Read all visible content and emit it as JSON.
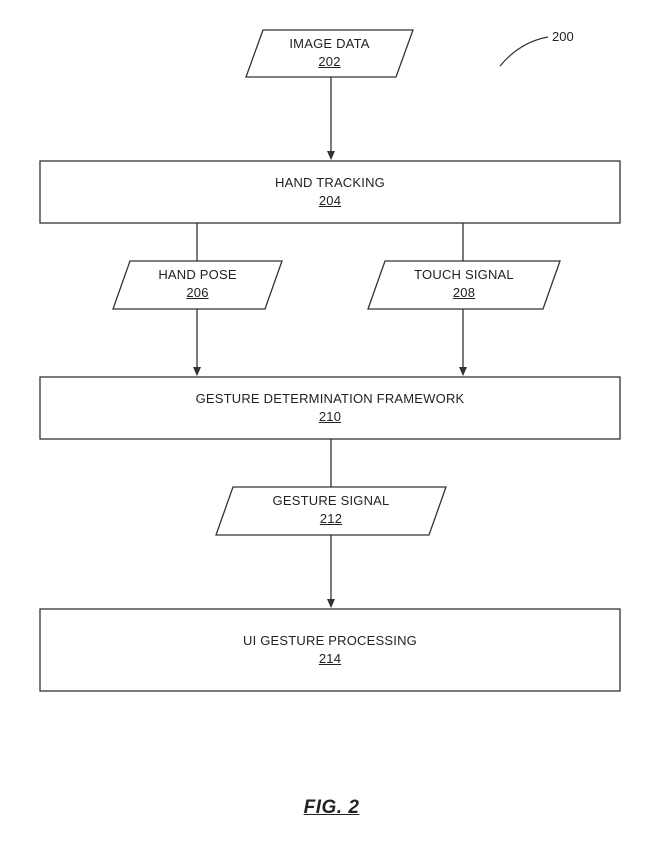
{
  "figure": {
    "reference_number": "200",
    "caption": "FIG. 2"
  },
  "nodes": {
    "image_data": {
      "label": "IMAGE DATA",
      "number": "202",
      "shape": "parallelogram"
    },
    "hand_tracking": {
      "label": "HAND TRACKING",
      "number": "204",
      "shape": "rectangle"
    },
    "hand_pose": {
      "label": "HAND POSE",
      "number": "206",
      "shape": "parallelogram"
    },
    "touch_signal": {
      "label": "TOUCH SIGNAL",
      "number": "208",
      "shape": "parallelogram"
    },
    "gesture_framework": {
      "label": "GESTURE DETERMINATION FRAMEWORK",
      "number": "210",
      "shape": "rectangle"
    },
    "gesture_signal": {
      "label": "GESTURE SIGNAL",
      "number": "212",
      "shape": "parallelogram"
    },
    "ui_processing": {
      "label": "UI GESTURE PROCESSING",
      "number": "214",
      "shape": "rectangle"
    }
  },
  "edges": [
    {
      "from": "image_data",
      "to": "hand_tracking"
    },
    {
      "from": "hand_tracking",
      "to": "hand_pose"
    },
    {
      "from": "hand_tracking",
      "to": "touch_signal"
    },
    {
      "from": "hand_pose",
      "to": "gesture_framework"
    },
    {
      "from": "touch_signal",
      "to": "gesture_framework"
    },
    {
      "from": "gesture_framework",
      "to": "gesture_signal"
    },
    {
      "from": "gesture_signal",
      "to": "ui_processing"
    }
  ],
  "colors": {
    "stroke": "#333333",
    "text": "#222222"
  }
}
